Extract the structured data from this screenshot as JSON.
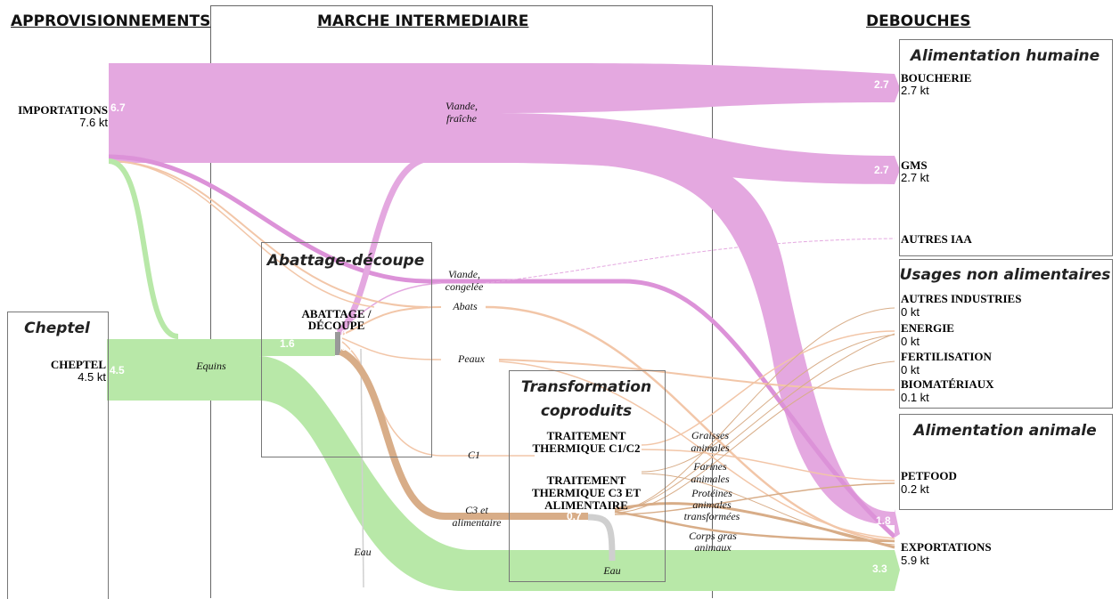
{
  "columns": {
    "approvisionnements": "APPROVISIONNEMENTS",
    "marche": "MARCHE INTERMEDIAIRE",
    "debouches": "DEBOUCHES"
  },
  "groups": {
    "cheptel": "Cheptel",
    "abattage": "Abattage-découpe",
    "transformation_line1": "Transformation",
    "transformation_line2": "coproduits",
    "alim_humaine": "Alimentation humaine",
    "usages_non_alim": "Usages non alimentaires",
    "alim_animale": "Alimentation animale"
  },
  "nodes": {
    "importations": {
      "name": "IMPORTATIONS",
      "value": "7.6 kt",
      "bar_value": "6.7"
    },
    "cheptel": {
      "name": "CHEPTEL",
      "value": "4.5 kt",
      "bar_value": "4.5"
    },
    "abattage_line1": "ABATTAGE /",
    "abattage_line2": "DÉCOUPE",
    "abattage_in_value": "1.6",
    "abattage_out_small1": "0.",
    "abattage_out_small2": "0.7",
    "trait_c1c2_line1": "TRAITEMENT",
    "trait_c1c2_line2": "THERMIQUE C1/C2",
    "trait_c3_line1": "TRAITEMENT",
    "trait_c3_line2": "THERMIQUE C3 ET",
    "trait_c3_line3": "ALIMENTAIRE",
    "trait_c3_value": "0.7",
    "boucherie": {
      "name": "BOUCHERIE",
      "value": "2.7 kt",
      "bar_value": "2.7"
    },
    "gms": {
      "name": "GMS",
      "value": "2.7 kt",
      "bar_value": "2.7"
    },
    "autres_iaa": {
      "name": "AUTRES IAA"
    },
    "autres_industries": {
      "name": "AUTRES INDUSTRIES",
      "value": "0 kt"
    },
    "energie": {
      "name": "ENERGIE",
      "value": "0 kt"
    },
    "fertilisation": {
      "name": "FERTILISATION",
      "value": "0 kt"
    },
    "biomateriaux": {
      "name": "BIOMATÉRIAUX",
      "value": "0.1 kt"
    },
    "petfood": {
      "name": "PETFOOD",
      "value": "0.2 kt"
    },
    "exportations": {
      "name": "EXPORTATIONS",
      "value": "5.9 kt",
      "bar_value_pink": "1.8",
      "bar_value_green": "3.3"
    }
  },
  "flow_labels": {
    "viande_fraiche_1": "Viande,",
    "viande_fraiche_2": "fraîche",
    "viande_congelee_1": "Viande,",
    "viande_congelee_2": "congelée",
    "abats": "Abats",
    "peaux": "Peaux",
    "equins": "Equins",
    "c1": "C1",
    "c3_1": "C3 et",
    "c3_2": "alimentaire",
    "eau_1": "Eau",
    "eau_2": "Eau",
    "graisses_1": "Graisses",
    "graisses_2": "animales",
    "farines_1": "Farines",
    "farines_2": "animales",
    "proteines_1": "Protéines",
    "proteines_2": "animales",
    "proteines_3": "transformées",
    "corps_gras_1": "Corps gras",
    "corps_gras_2": "animaux"
  },
  "colors": {
    "pink": "#e4a8e0",
    "pink_dark": "#d88ad4",
    "green": "#b8e8a8",
    "green_light": "#c4ecb4",
    "tan": "#d8ad88",
    "peach": "#f2c6a8",
    "gray": "#c8c8c8"
  }
}
